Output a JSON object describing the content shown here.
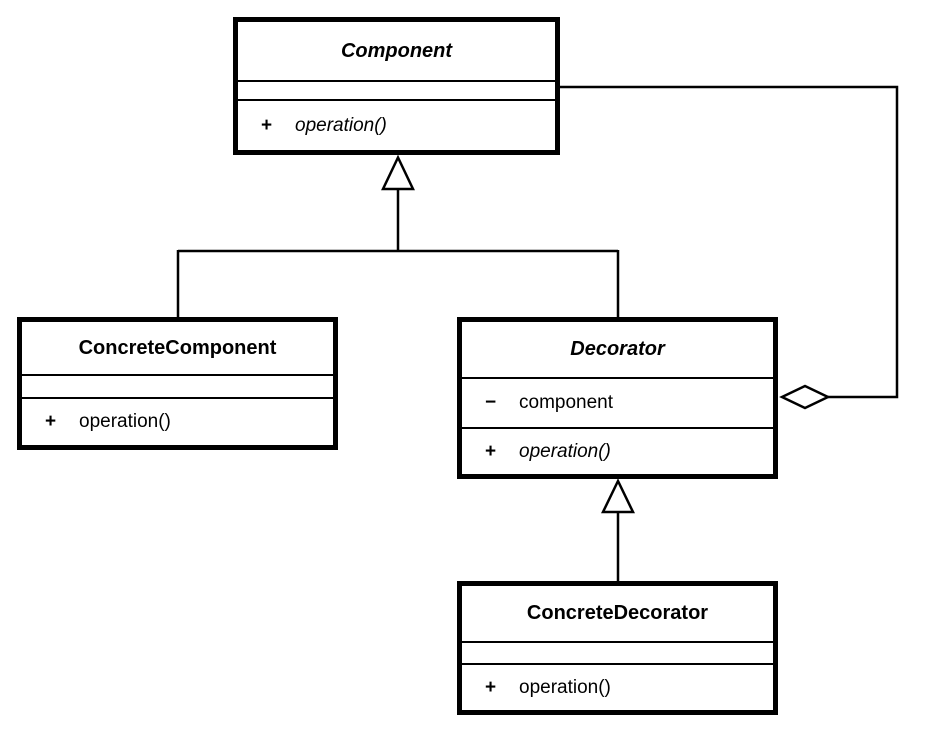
{
  "colors": {
    "line": "#000000",
    "background": "#ffffff",
    "box_fill": "#ffffff"
  },
  "classes": [
    {
      "name": "Component",
      "abstract": true,
      "attributes": [],
      "operations": [
        {
          "visibility": "+",
          "signature": "operation()",
          "abstract": true
        }
      ]
    },
    {
      "name": "ConcreteComponent",
      "abstract": false,
      "attributes": [],
      "operations": [
        {
          "visibility": "+",
          "signature": "operation()",
          "abstract": false
        }
      ]
    },
    {
      "name": "Decorator",
      "abstract": true,
      "attributes": [
        {
          "visibility": "−",
          "name": "component"
        }
      ],
      "operations": [
        {
          "visibility": "+",
          "signature": "operation()",
          "abstract": true
        }
      ]
    },
    {
      "name": "ConcreteDecorator",
      "abstract": false,
      "attributes": [],
      "operations": [
        {
          "visibility": "+",
          "signature": "operation()",
          "abstract": false
        }
      ]
    }
  ],
  "relationships": [
    {
      "type": "generalization",
      "from": "ConcreteComponent",
      "to": "Component"
    },
    {
      "type": "generalization",
      "from": "Decorator",
      "to": "Component"
    },
    {
      "type": "generalization",
      "from": "ConcreteDecorator",
      "to": "Decorator"
    },
    {
      "type": "aggregation",
      "owner": "Decorator",
      "part": "Component",
      "via_attribute": "component"
    }
  ]
}
